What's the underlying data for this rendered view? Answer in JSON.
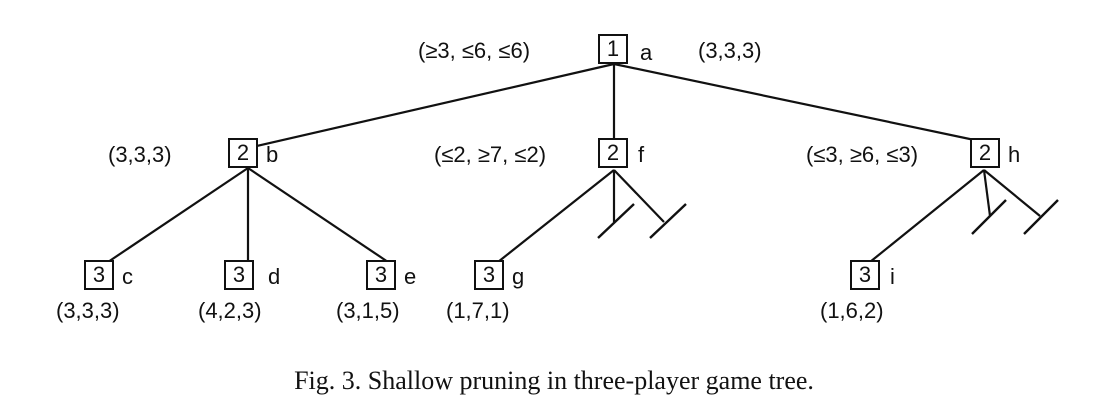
{
  "caption": "Fig. 3. Shallow pruning in three-player game tree.",
  "nodes": {
    "a": {
      "player": "1",
      "name": "a",
      "bound": "(≥3, ≤6, ≤6)",
      "value": "(3,3,3)"
    },
    "b": {
      "player": "2",
      "name": "b",
      "value": "(3,3,3)"
    },
    "f": {
      "player": "2",
      "name": "f",
      "bound": "(≤2, ≥7, ≤2)"
    },
    "h": {
      "player": "2",
      "name": "h",
      "bound": "(≤3, ≥6, ≤3)"
    },
    "c": {
      "player": "3",
      "name": "c",
      "value": "(3,3,3)"
    },
    "d": {
      "player": "3",
      "name": "d",
      "value": "(4,2,3)"
    },
    "e": {
      "player": "3",
      "name": "e",
      "value": "(3,1,5)"
    },
    "g": {
      "player": "3",
      "name": "g",
      "value": "(1,7,1)"
    },
    "i": {
      "player": "3",
      "name": "i",
      "value": "(1,6,2)"
    }
  }
}
